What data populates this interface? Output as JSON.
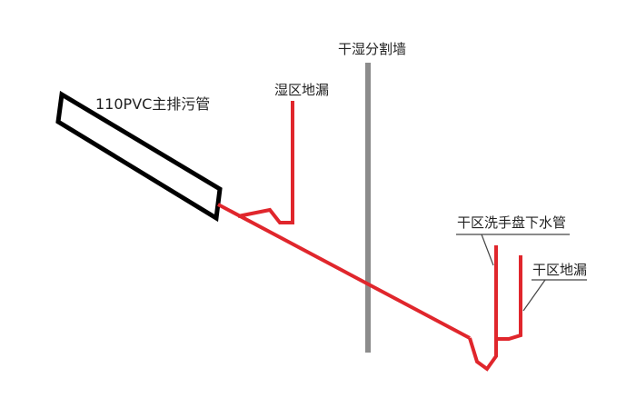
{
  "labels": {
    "main_pipe": "110PVC主排污管",
    "partition_wall": "干湿分割墙",
    "wet_floor_drain": "湿区地漏",
    "basin_drain_pipe": "干区洗手盘下水管",
    "dry_floor_drain": "干区地漏"
  },
  "colors": {
    "pipe": "#e0262c",
    "main_pipe_outline": "#000000",
    "wall": "#8c8c8c",
    "leader": "#444444"
  }
}
